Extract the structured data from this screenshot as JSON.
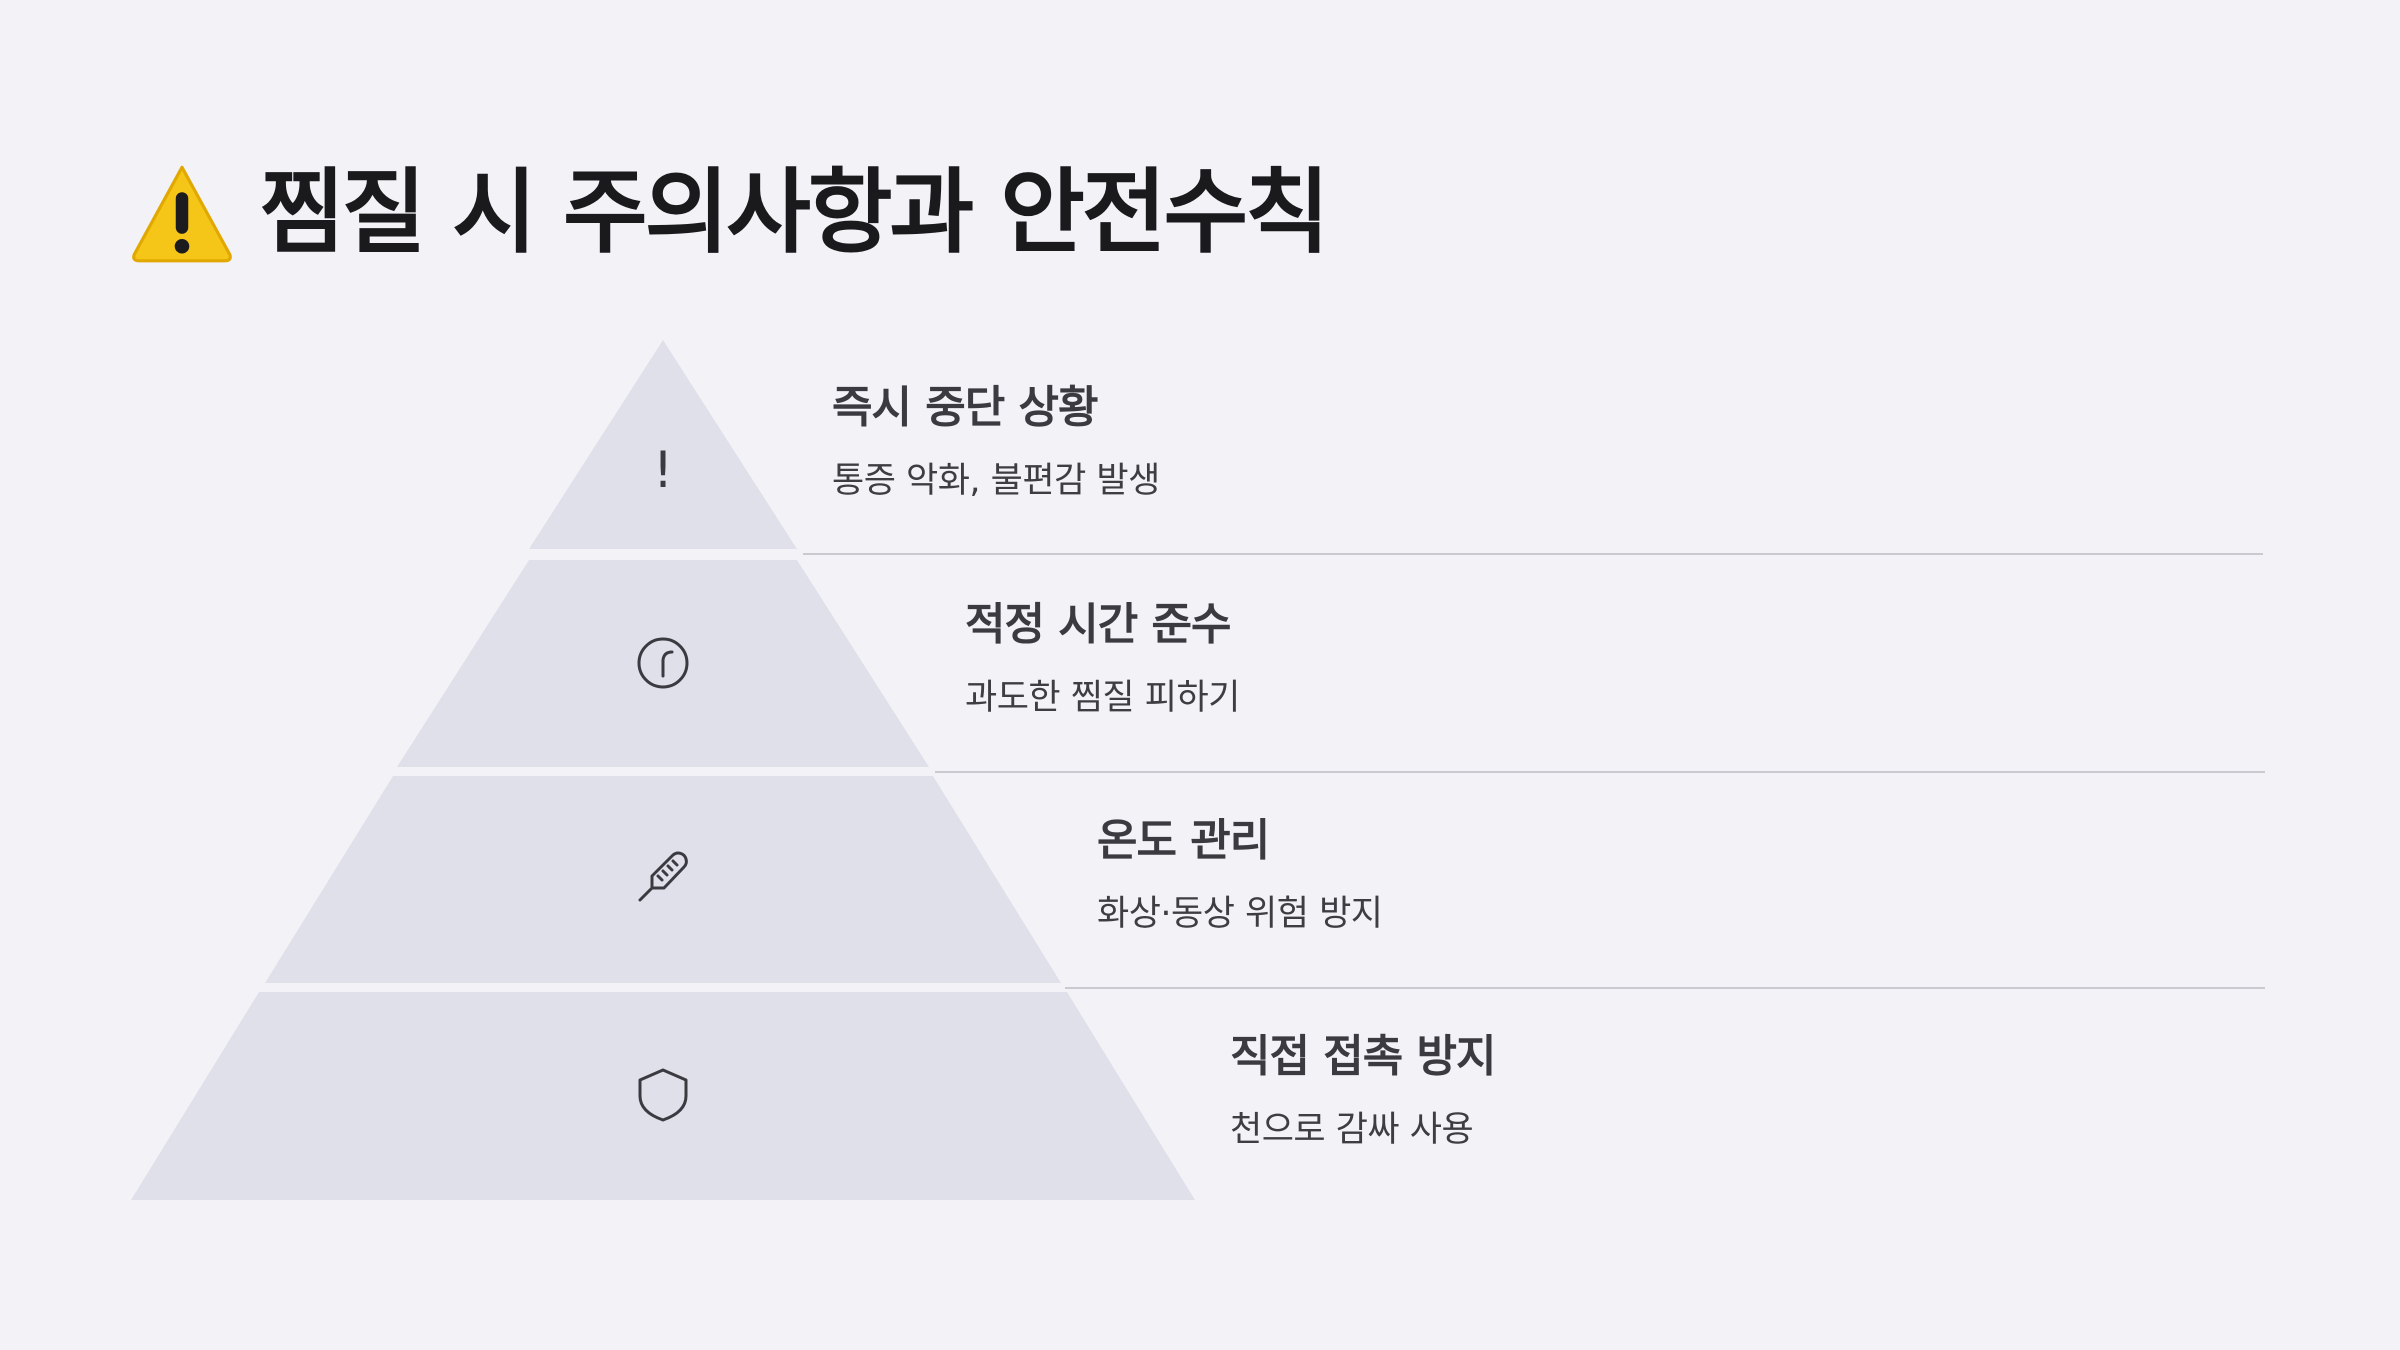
{
  "title": {
    "icon": "warning-icon",
    "text": "찜질 시 주의사항과 안전수칙"
  },
  "colors": {
    "background": "#f3f2f7",
    "tier_fill": "#e0e0ea",
    "icon_stroke": "#3a3a40",
    "divider": "#c9c9cf",
    "warning_yellow": "#f5c518"
  },
  "tiers": [
    {
      "icon": "exclamation-icon",
      "icon_glyph": "!",
      "title": "즉시 중단 상황",
      "desc": "통증 악화, 불편감 발생"
    },
    {
      "icon": "clock-icon",
      "title": "적정 시간 준수",
      "desc": "과도한 찜질 피하기"
    },
    {
      "icon": "thermometer-icon",
      "title": "온도 관리",
      "desc": "화상·동상 위험 방지"
    },
    {
      "icon": "shield-icon",
      "title": "직접 접촉 방지",
      "desc": "천으로 감싸 사용"
    }
  ]
}
